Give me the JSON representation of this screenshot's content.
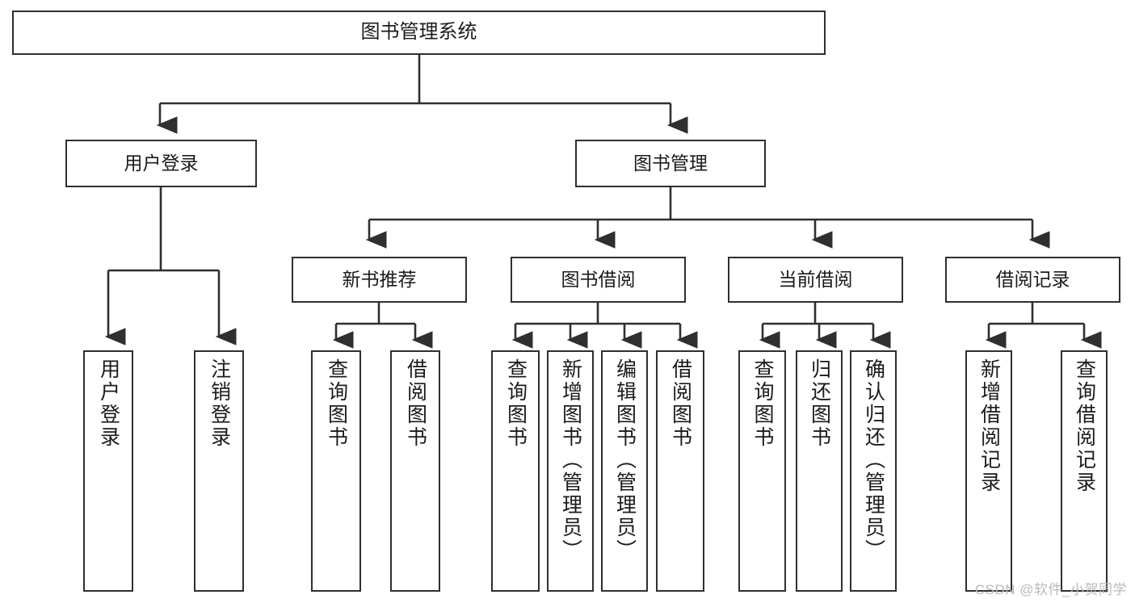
{
  "diagram": {
    "title": "图书管理系统",
    "watermark": "CSDN @软件_小贺同学",
    "colors": {
      "stroke": "#2f2f2f",
      "box_fill": "#ffffff",
      "text": "#1b1b1b",
      "watermark": "#b9b9b9",
      "background": "#ffffff"
    },
    "root": {
      "label": "图书管理系统"
    },
    "level2": [
      {
        "label": "用户登录"
      },
      {
        "label": "图书管理"
      }
    ],
    "level3": [
      {
        "label": "新书推荐"
      },
      {
        "label": "图书借阅"
      },
      {
        "label": "当前借阅"
      },
      {
        "label": "借阅记录"
      }
    ],
    "leaves": {
      "user_login": [
        {
          "label": "用户登录"
        },
        {
          "label": "注销登录"
        }
      ],
      "new_book_recommend": [
        {
          "label": "查询图书"
        },
        {
          "label": "借阅图书"
        }
      ],
      "book_borrow": [
        {
          "label": "查询图书"
        },
        {
          "label": "新增图书（管理员）"
        },
        {
          "label": "编辑图书（管理员）"
        },
        {
          "label": "借阅图书"
        }
      ],
      "current_borrow": [
        {
          "label": "查询图书"
        },
        {
          "label": "归还图书"
        },
        {
          "label": "确认归还（管理员）"
        }
      ],
      "borrow_record": [
        {
          "label": "新增借阅记录"
        },
        {
          "label": "查询借阅记录"
        }
      ]
    }
  }
}
